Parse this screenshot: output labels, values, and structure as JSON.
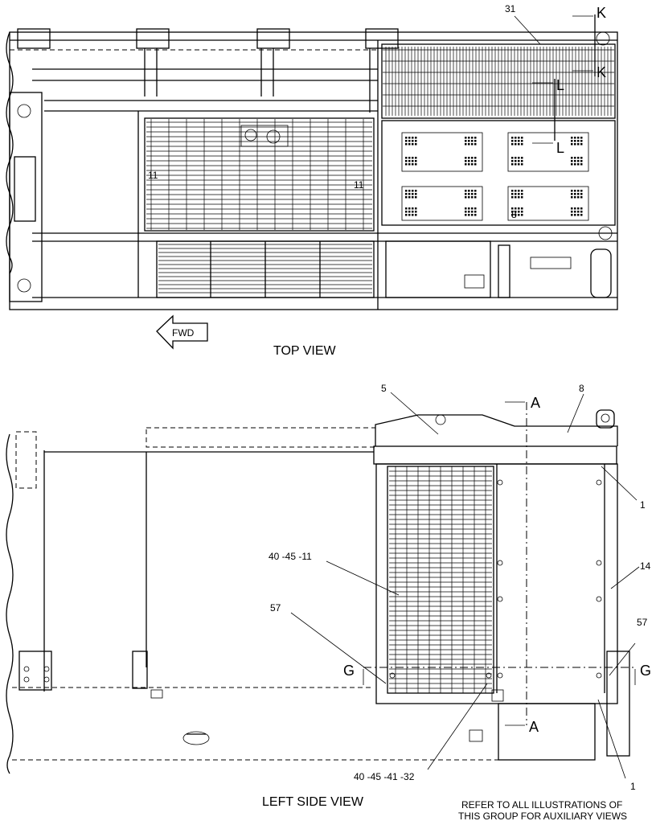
{
  "top_view": {
    "title": "TOP VIEW",
    "fwd_label": "FWD",
    "callouts": {
      "c31": "31",
      "c8": "8",
      "c11a": "11",
      "c11b": "11"
    },
    "section_marks": {
      "k1": "K",
      "k2": "K",
      "l1": "L",
      "l2": "L"
    }
  },
  "side_view": {
    "title": "LEFT SIDE VIEW",
    "callouts": {
      "c5": "5",
      "c8": "8",
      "c1_top": "1",
      "c14": "14",
      "c57_left": "57",
      "c57_right": "57",
      "c1_bottom": "1",
      "c40_45_11": "40 -45 -11",
      "c40_45_41_32": "40 -45 -41 -32"
    },
    "section_marks": {
      "a_top": "A",
      "a_bottom": "A",
      "g_left": "G",
      "g_right": "G"
    }
  },
  "note": {
    "line1": "REFER TO ALL ILLUSTRATIONS OF",
    "line2": "THIS GROUP FOR AUXILIARY VIEWS"
  }
}
